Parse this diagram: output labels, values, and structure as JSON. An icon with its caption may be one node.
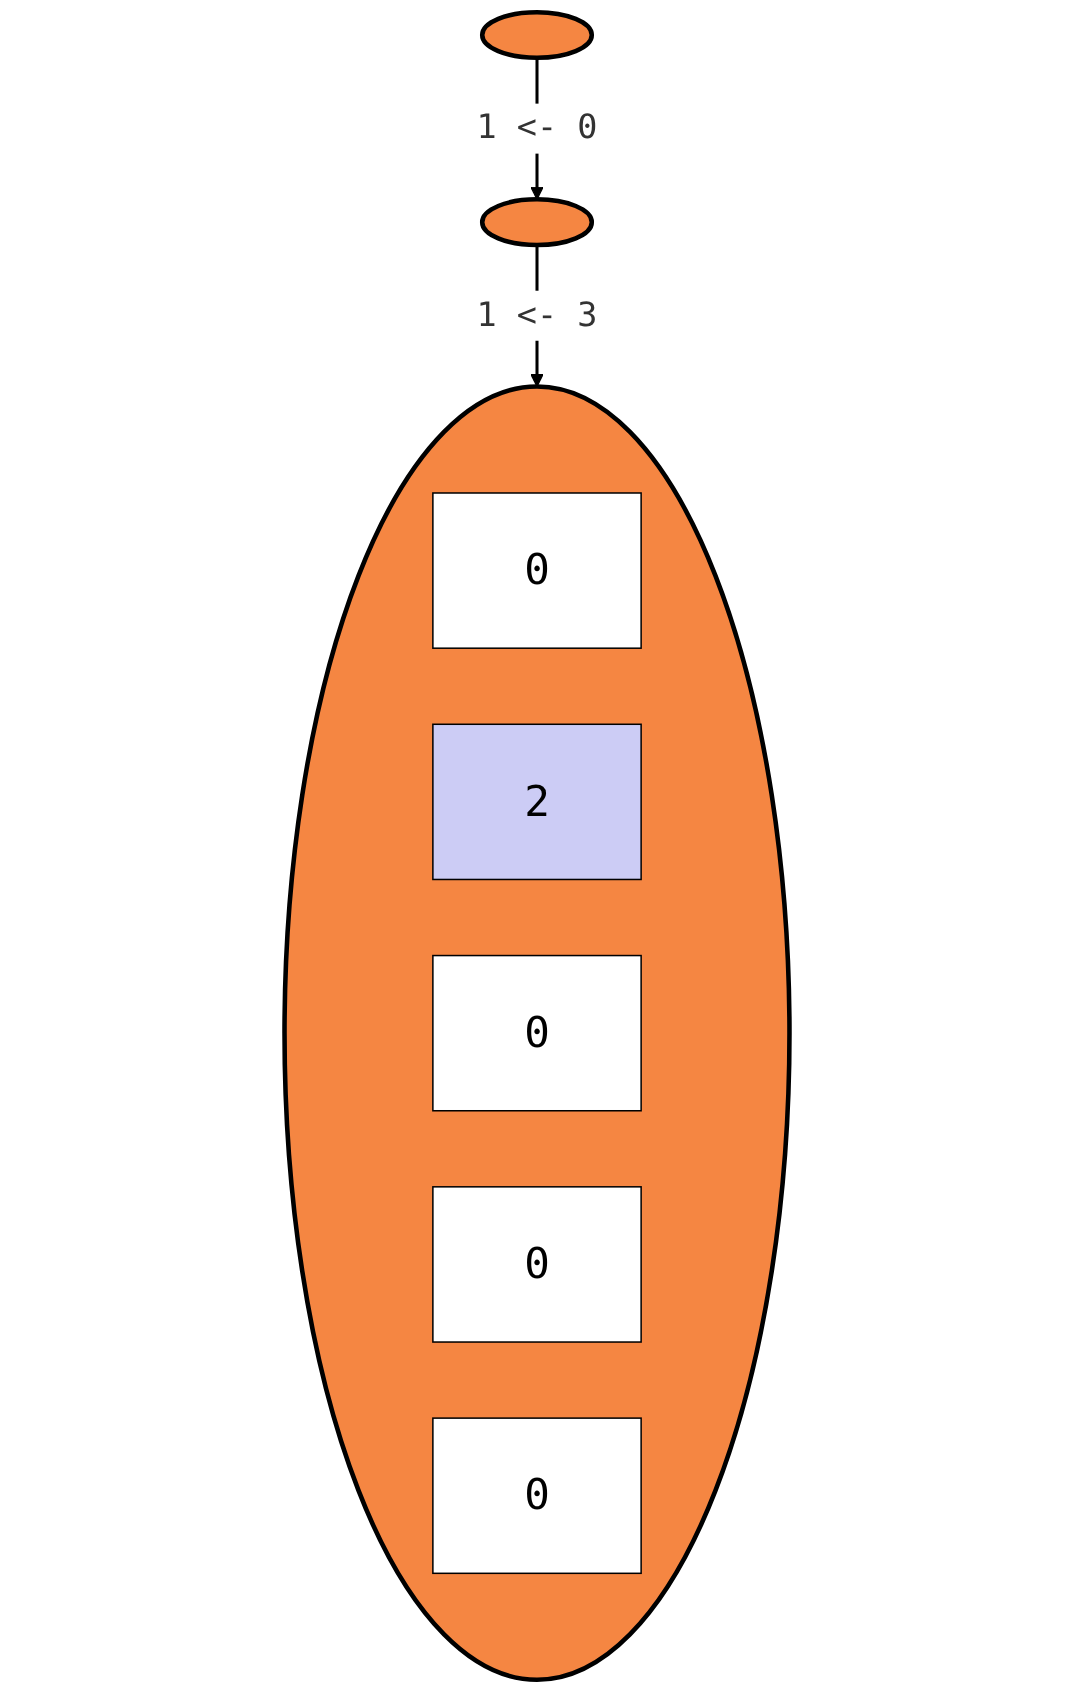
{
  "diagram": {
    "nodes": [
      {
        "text": [],
        "shape": "ellipse"
      },
      {
        "text": [],
        "shape": "ellipse"
      },
      {
        "text": [],
        "shape": "ellipse"
      },
      {
        "text": [
          "0"
        ],
        "in": 2
      },
      {
        "text": [
          "2"
        ],
        "in": 2
      },
      {
        "text": [
          "0"
        ],
        "in": 2
      },
      {
        "text": [
          "0"
        ],
        "in": 2
      },
      {
        "text": [
          "0"
        ],
        "in": 2
      }
    ],
    "edges": [
      {
        "from": 0,
        "to": 1,
        "arrow": "to",
        "label": "1 <- 0"
      },
      {
        "from": 1,
        "to": 2,
        "arrow": "to",
        "label": "1 <- 3"
      }
    ]
  }
}
